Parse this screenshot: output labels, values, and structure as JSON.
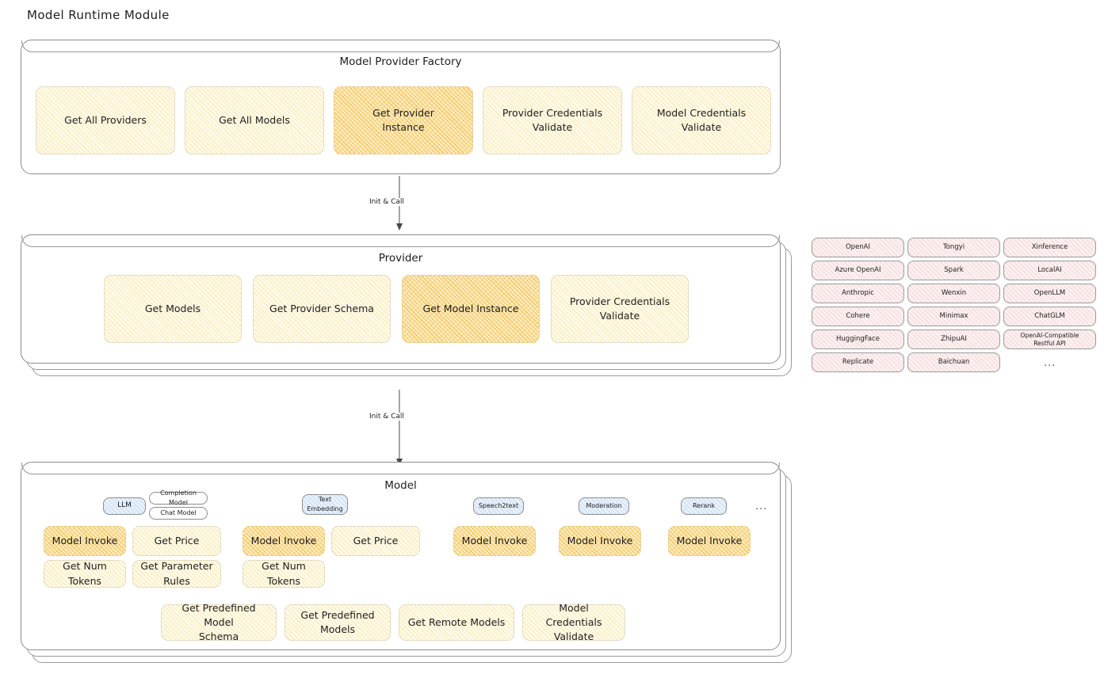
{
  "page": {
    "title": "Model Runtime Module"
  },
  "connectors": [
    {
      "label": "Init & Call"
    },
    {
      "label": "Init & Call"
    }
  ],
  "factory": {
    "title": "Model Provider Factory",
    "nodes": [
      {
        "label": "Get All Providers",
        "highlight": false
      },
      {
        "label": "Get All Models",
        "highlight": false
      },
      {
        "label": "Get Provider\nInstance",
        "highlight": true
      },
      {
        "label": "Provider Credentials\nValidate",
        "highlight": false
      },
      {
        "label": "Model Credentials\nValidate",
        "highlight": false
      }
    ]
  },
  "provider": {
    "title": "Provider",
    "nodes": [
      {
        "label": "Get Models",
        "highlight": false
      },
      {
        "label": "Get Provider Schema",
        "highlight": false
      },
      {
        "label": "Get Model Instance",
        "highlight": true
      },
      {
        "label": "Provider Credentials\nValidate",
        "highlight": false
      }
    ]
  },
  "provider_list": {
    "columns": [
      [
        "OpenAI",
        "Azure OpenAI",
        "Anthropic",
        "Cohere",
        "HuggingFace",
        "Replicate"
      ],
      [
        "Tongyi",
        "Spark",
        "Wenxin",
        "Minimax",
        "ZhipuAI",
        "Baichuan"
      ],
      [
        "Xinference",
        "LocalAI",
        "OpenLLM",
        "ChatGLM",
        "OpenAI-Compatible Restful API"
      ]
    ],
    "more": "..."
  },
  "model": {
    "title": "Model",
    "more": "...",
    "types": [
      {
        "badge": "LLM",
        "sub_badges": [
          "Completion Model",
          "Chat Model"
        ],
        "ops": [
          "Model Invoke",
          "Get Price",
          "Get Num Tokens",
          "Get Parameter Rules"
        ]
      },
      {
        "badge": "Text\nEmbedding",
        "sub_badges": [],
        "ops": [
          "Model Invoke",
          "Get Price",
          "Get Num Tokens"
        ]
      },
      {
        "badge": "Speech2text",
        "sub_badges": [],
        "ops": [
          "Model Invoke"
        ]
      },
      {
        "badge": "Moderation",
        "sub_badges": [],
        "ops": [
          "Model Invoke"
        ]
      },
      {
        "badge": "Rerank",
        "sub_badges": [],
        "ops": [
          "Model Invoke"
        ]
      }
    ],
    "common_ops": [
      "Get Predefined Model\nSchema",
      "Get Predefined\nModels",
      "Get Remote Models",
      "Model Credentials\nValidate"
    ]
  },
  "colors": {
    "highlight_fill": "#f0b22a",
    "node_fill": "#fefaec",
    "provider_fill": "#fdf1f1",
    "badge_fill": "#e9f1fb",
    "stroke": "#8d8d8d",
    "text": "#1e1e1e"
  }
}
